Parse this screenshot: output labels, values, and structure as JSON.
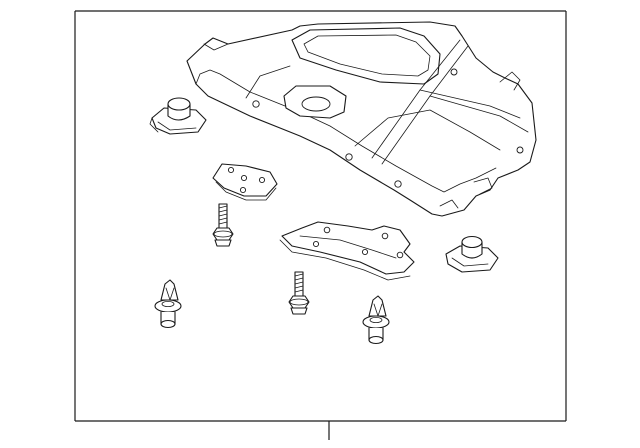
{
  "diagram": {
    "parts": [
      {
        "id": "splash-shield",
        "icon": "under-engine-cover-icon"
      },
      {
        "id": "nut-left",
        "icon": "clip-nut-icon"
      },
      {
        "id": "nut-right",
        "icon": "clip-nut-icon"
      },
      {
        "id": "bracket",
        "icon": "mounting-bracket-icon"
      },
      {
        "id": "lower-plate",
        "icon": "lower-shield-plate-icon"
      },
      {
        "id": "bolt-left",
        "icon": "bolt-icon"
      },
      {
        "id": "bolt-center",
        "icon": "bolt-icon"
      },
      {
        "id": "push-clip-left",
        "icon": "push-clip-icon"
      },
      {
        "id": "push-clip-right",
        "icon": "push-clip-icon"
      }
    ],
    "colors": {
      "line": "#1a1a1a",
      "fill": "#ffffff",
      "background": "#ffffff"
    }
  }
}
